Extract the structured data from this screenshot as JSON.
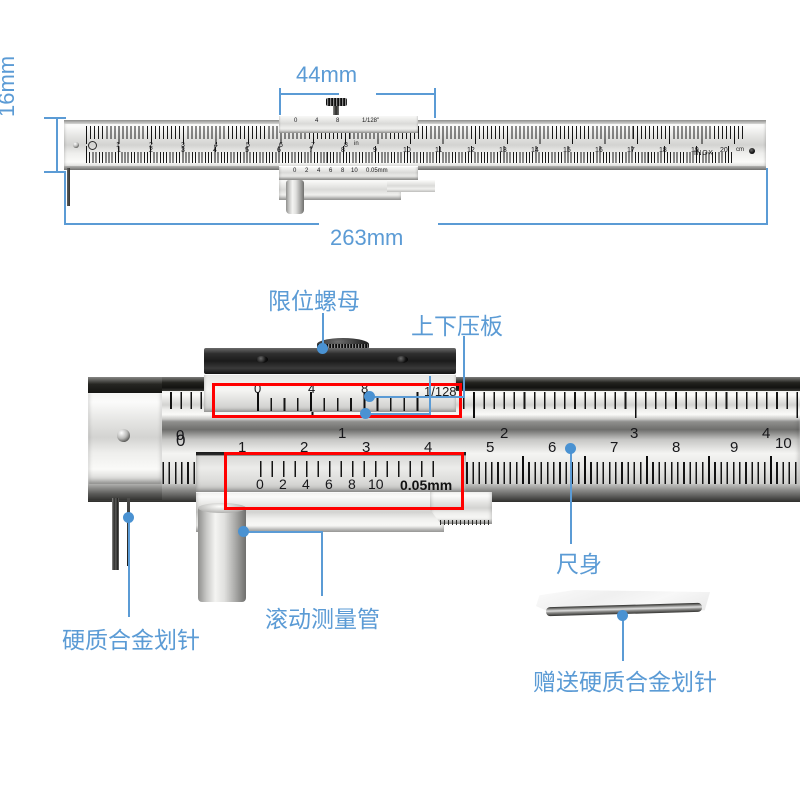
{
  "page": {
    "product": "Vernier Marking Gauge Caliper Scriber",
    "background": "#ffffff",
    "accent_blue": "#5b9bd5",
    "highlight_red": "#ff0000"
  },
  "dimensions": {
    "width_label": "263mm",
    "slider_label": "44mm",
    "height_label": "16mm"
  },
  "top_view": {
    "brand_mark": "INOX",
    "vernier_imperial_label": "1/128\"",
    "vernier_metric_label": "0.05mm",
    "vernier_imperial_ticks": [
      "0",
      "4",
      "8"
    ],
    "vernier_metric_ticks": [
      "0",
      "2",
      "4",
      "6",
      "8",
      "10"
    ],
    "inch_numbers": [
      "0",
      "1",
      "2",
      "3",
      "4",
      "5",
      "6",
      "7",
      "8"
    ],
    "inch_unit": "in",
    "cm_numbers": [
      "0",
      "1",
      "2",
      "3",
      "4",
      "5",
      "6",
      "7",
      "8",
      "9",
      "10",
      "11",
      "12",
      "13",
      "14",
      "15",
      "16",
      "17",
      "18",
      "19",
      "20"
    ],
    "cm_unit": "cm"
  },
  "detail_view": {
    "vernier_imperial_label": "1/128\"",
    "vernier_metric_label": "0.05mm",
    "vernier_imperial_ticks": [
      "0",
      "4",
      "8"
    ],
    "vernier_metric_ticks": [
      "0",
      "2",
      "4",
      "6",
      "8",
      "10"
    ],
    "inch_numbers": [
      "0",
      "1",
      "2",
      "3",
      "4"
    ],
    "cm_numbers": [
      "0",
      "1",
      "2",
      "3",
      "4",
      "5",
      "6",
      "7",
      "8",
      "9",
      "10"
    ]
  },
  "callouts": [
    {
      "id": "limit-nut",
      "label": "限位螺母"
    },
    {
      "id": "press-plate",
      "label": "上下压板"
    },
    {
      "id": "vernier-imperial",
      "label": "1/128\""
    },
    {
      "id": "ruler-body",
      "label": "尺身"
    },
    {
      "id": "carbide-scriber",
      "label": "硬质合金划针"
    },
    {
      "id": "rolling-tube",
      "label": "滚动测量管"
    },
    {
      "id": "bonus-scriber",
      "label": "赠送硬质合金划针"
    }
  ]
}
